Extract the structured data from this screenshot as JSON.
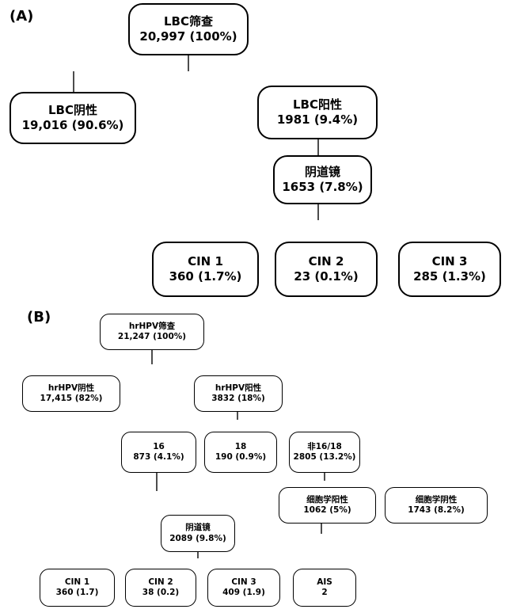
{
  "panel_a": {
    "label": "(A)",
    "nodes": {
      "root": {
        "title": "LBC筛查",
        "value": "20,997 (100%)"
      },
      "negative": {
        "title": "LBC阴性",
        "value": "19,016 (90.6%)"
      },
      "positive": {
        "title": "LBC阳性",
        "value": "1981 (9.4%)"
      },
      "colposcopy": {
        "title": "阴道镜",
        "value": "1653 (7.8%)"
      },
      "cin1": {
        "title": "CIN 1",
        "value": "360 (1.7%)"
      },
      "cin2": {
        "title": "CIN 2",
        "value": "23 (0.1%)"
      },
      "cin3": {
        "title": "CIN 3",
        "value": "285 (1.3%)"
      }
    }
  },
  "panel_b": {
    "label": "(B)",
    "nodes": {
      "root": {
        "title": "hrHPV筛查",
        "value": "21,247 (100%)"
      },
      "negative": {
        "title": "hrHPV阴性",
        "value": "17,415 (82%)"
      },
      "positive": {
        "title": "hrHPV阳性",
        "value": "3832 (18%)"
      },
      "t16": {
        "title": "16",
        "value": "873 (4.1%)"
      },
      "t18": {
        "title": "18",
        "value": "190 (0.9%)"
      },
      "non1618": {
        "title": "非16/18",
        "value": "2805 (13.2%)"
      },
      "cyto_pos": {
        "title": "细胞学阳性",
        "value": "1062 (5%)"
      },
      "cyto_neg": {
        "title": "细胞学阴性",
        "value": "1743 (8.2%)"
      },
      "colposcopy": {
        "title": "阴道镜",
        "value": "2089 (9.8%)"
      },
      "cin1": {
        "title": "CIN 1",
        "value": "360 (1.7)"
      },
      "cin2": {
        "title": "CIN 2",
        "value": "38 (0.2)"
      },
      "cin3": {
        "title": "CIN 3",
        "value": "409 (1.9)"
      },
      "ais": {
        "title": "AIS",
        "value": "2"
      }
    }
  }
}
